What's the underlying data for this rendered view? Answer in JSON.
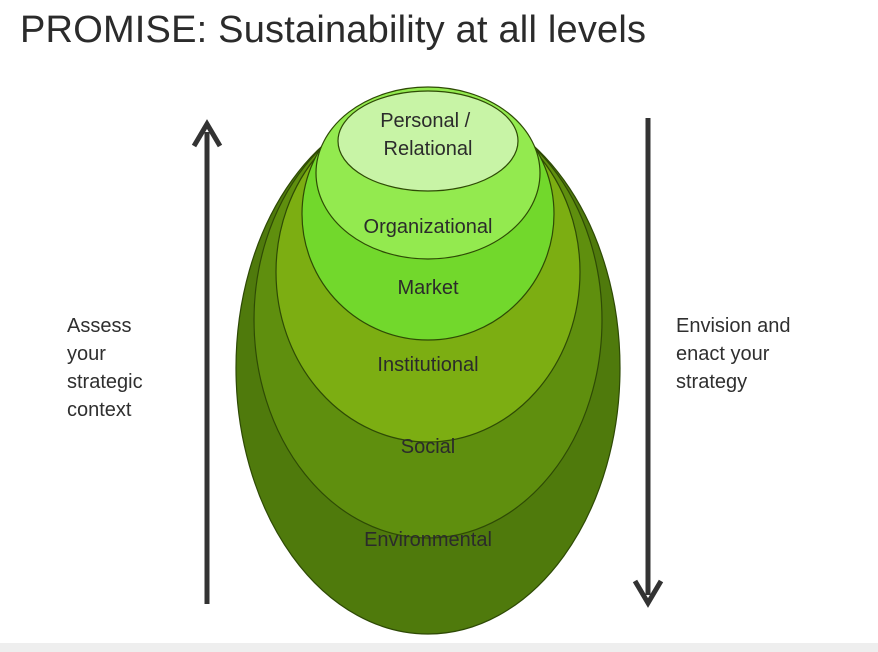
{
  "title": "PROMISE: Sustainability at all levels",
  "left_caption": "Assess\nyour\nstrategic\ncontext",
  "right_caption": "Envision and\nenact your\nstrategy",
  "layers": [
    {
      "label_lines": [
        "Environmental"
      ],
      "color": "#4f7a0c"
    },
    {
      "label_lines": [
        "Social"
      ],
      "color": "#5f8f0e"
    },
    {
      "label_lines": [
        "Institutional"
      ],
      "color": "#7cae12"
    },
    {
      "label_lines": [
        "Market"
      ],
      "color": "#72d82c"
    },
    {
      "label_lines": [
        "Organizational"
      ],
      "color": "#93ea4f"
    },
    {
      "label_lines": [
        "Personal /",
        "Relational"
      ],
      "color": "#c8f4a6"
    }
  ],
  "arrows": [
    {
      "direction": "up",
      "color": "#333333"
    },
    {
      "direction": "down",
      "color": "#333333"
    }
  ]
}
